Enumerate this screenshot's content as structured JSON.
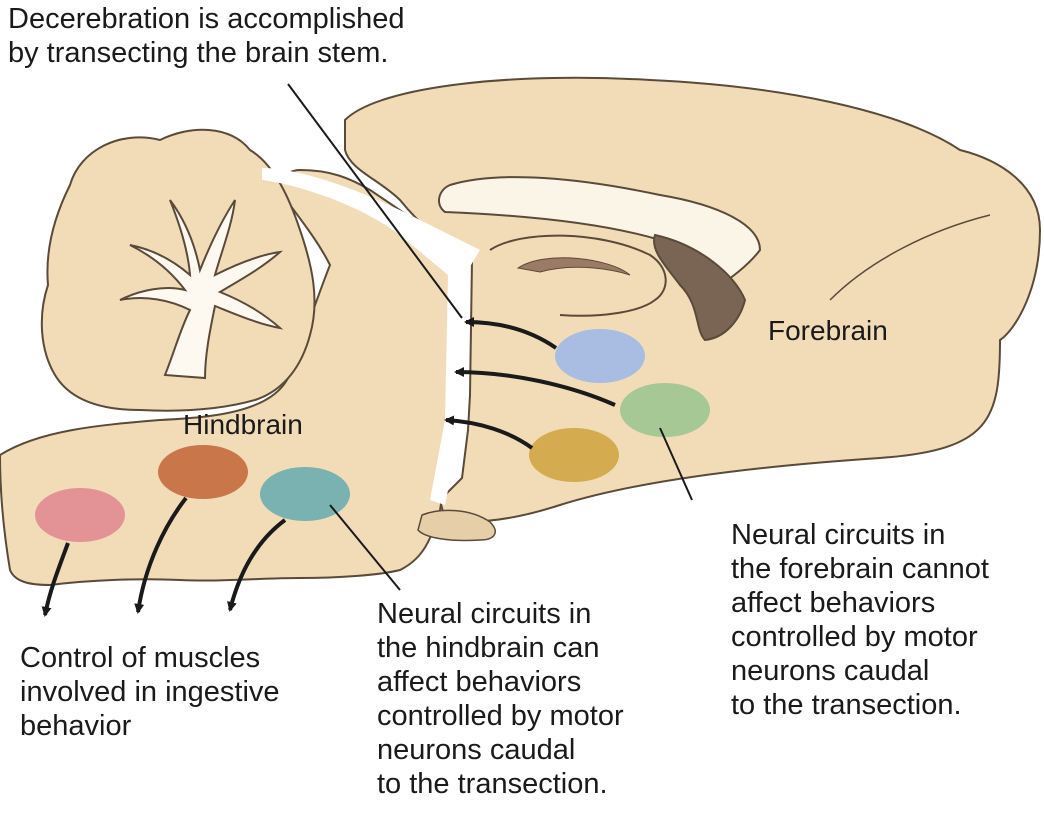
{
  "labels": {
    "top_note": [
      "Decerebration is accomplished",
      "by transecting the brain stem."
    ],
    "forebrain": "Forebrain",
    "hindbrain": "Hindbrain",
    "muscles_note": [
      "Control of muscles",
      "involved in ingestive",
      "behavior"
    ],
    "hindbrain_note": [
      "Neural circuits in",
      "the hindbrain can",
      "affect behaviors",
      "controlled by motor",
      "neurons caudal",
      "to the transection."
    ],
    "forebrain_note": [
      "Neural circuits in",
      "the forebrain cannot",
      "affect behaviors",
      "controlled by motor",
      "neurons caudal",
      "to the transection."
    ]
  },
  "colors": {
    "tissue": "#f2dcb7",
    "tissue_outline": "#5a4a3a",
    "white_matter": "#fdf9f1",
    "corpus_callosum": "#fbf5e8",
    "ventricle_brown": "#7a6555",
    "hippocampus_band": "#9c7b66",
    "pituitary": "#e6cfa8",
    "circle_blue": "#a9bde2",
    "circle_green": "#a6c894",
    "circle_gold": "#d4ab4f",
    "circle_orange": "#c9764a",
    "circle_teal": "#79b2b0",
    "circle_pink": "#e39396",
    "arrow": "#1a1a1a"
  }
}
